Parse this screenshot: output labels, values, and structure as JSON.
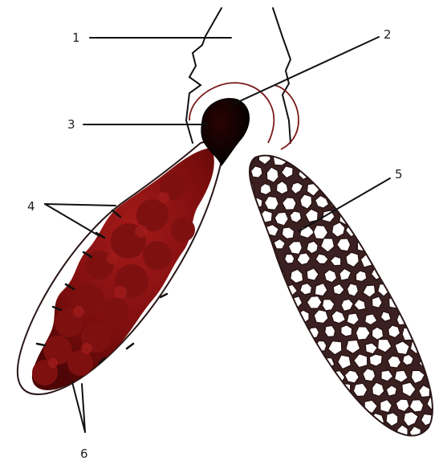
{
  "labels": [
    "1",
    "2",
    "3",
    "4",
    "5",
    "6"
  ],
  "colors": {
    "ink": "#1a1a1a",
    "root_red": "#7a1a1a",
    "dark_mass": "#6e0b0b",
    "mass_highlight": "#a51a1a",
    "nodule_cell": "#ffffff"
  }
}
